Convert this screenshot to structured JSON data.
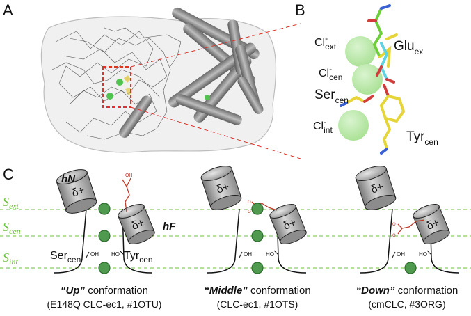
{
  "panels": {
    "a": "A",
    "b": "B",
    "c": "C"
  },
  "panel_b": {
    "cl_ext": {
      "main": "Cl",
      "sup": "-",
      "sub": "ext"
    },
    "cl_cen": {
      "main": "Cl",
      "sup": "-",
      "sub": "cen"
    },
    "cl_int": {
      "main": "Cl",
      "sup": "-",
      "sub": "int"
    },
    "glu": {
      "main": "Glu",
      "sub": "ex"
    },
    "ser": {
      "main": "Ser",
      "sub": "cen"
    },
    "tyr": {
      "main": "Tyr",
      "sub": "cen"
    }
  },
  "panel_c": {
    "sites": {
      "ext": {
        "main": "S",
        "sub": "ext"
      },
      "cen": {
        "main": "S",
        "sub": "cen"
      },
      "int": {
        "main": "S",
        "sub": "int"
      }
    },
    "helix_n": "hN",
    "helix_f": "hF",
    "delta": "δ+",
    "oh": "OH",
    "ho": "HO",
    "ser": {
      "main": "Ser",
      "sub": "cen"
    },
    "tyr": {
      "main": "Tyr",
      "sub": "cen"
    },
    "oh_label": "OH",
    "o_label": "O",
    "conformations": [
      {
        "name": "“Up”",
        "rest": " conformation",
        "detail": "(E148Q CLC-ec1, #1OTU)"
      },
      {
        "name": "“Middle”",
        "rest": " conformation",
        "detail": "(CLC-ec1, #1OTS)"
      },
      {
        "name": "“Down”",
        "rest": " conformation",
        "detail": "(cmCLC, #3ORG)"
      }
    ]
  },
  "colors": {
    "site_green": "#6fbf3f",
    "ion_green": "#4f9a4f",
    "glu_red": "#c0392b",
    "zoom_red": "#d9342b"
  }
}
